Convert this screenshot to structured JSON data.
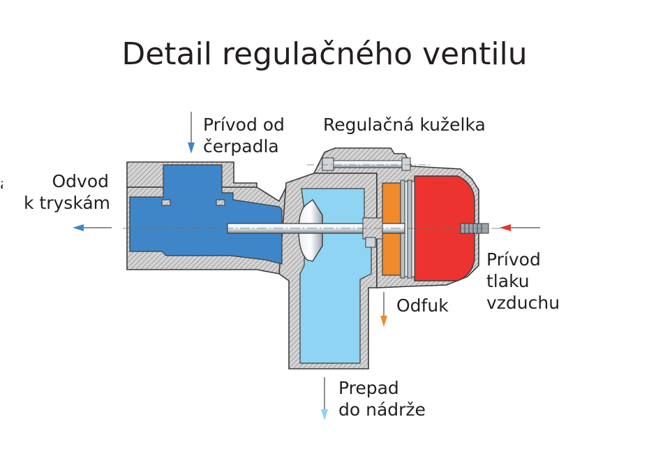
{
  "title": "Detail regulačného ventilu",
  "labels": {
    "inlet_pump": [
      "Prívod od",
      "čerpadla"
    ],
    "cone": "Regulačná kuželka",
    "outlet_nozzles": [
      "Odvod",
      "k tryskám"
    ],
    "air_supply": [
      "Prívod",
      "tlaku",
      "vzduchu"
    ],
    "vent": "Odfuk",
    "overflow": [
      "Prepad",
      "do nádrže"
    ]
  },
  "colors": {
    "water_dark": "#3f86c8",
    "water_light": "#8fd4f2",
    "air": "#ec3330",
    "vent": "#f08a2a",
    "housing": "#cfcfcf",
    "outline": "#3a3a3a",
    "text": "#231f20"
  }
}
